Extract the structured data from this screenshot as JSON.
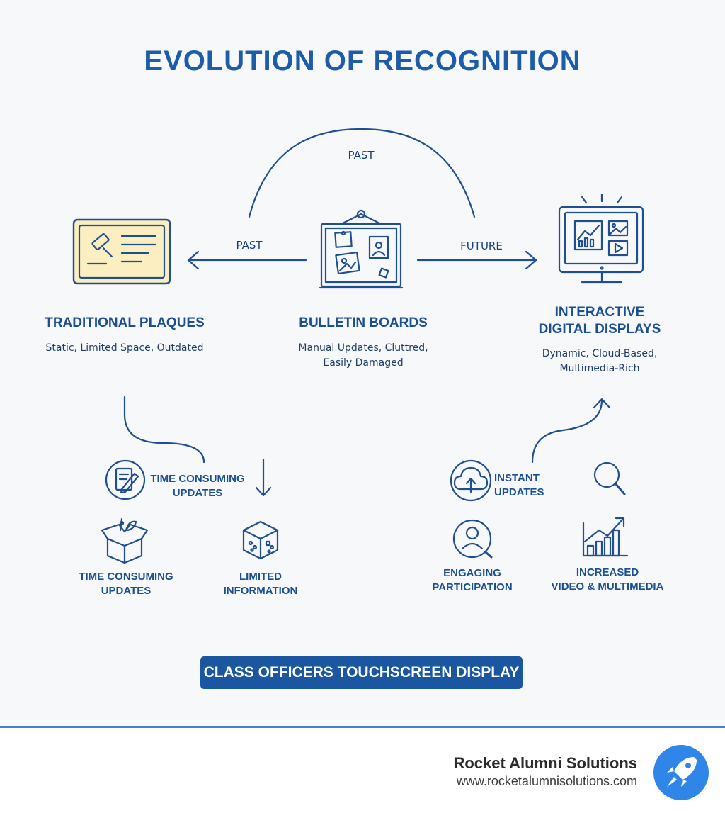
{
  "title": "EVOLUTION OF RECOGNITION",
  "arrows": {
    "top_arc_label": "PAST",
    "left_label": "PAST",
    "right_label": "FUTURE"
  },
  "stages": [
    {
      "heading": "TRADITIONAL PLAQUES",
      "description": "Static, Limited Space, Outdated"
    },
    {
      "heading": "BULLETIN BOARDS",
      "description_lines": [
        "Manual Updates, Cluttred,",
        "Easily Damaged"
      ]
    },
    {
      "heading_lines": [
        "INTERACTIVE",
        "DIGITAL DISPLAYS"
      ],
      "description_lines": [
        "Dynamic, Cloud-Based,",
        "Multimedia-Rich"
      ]
    }
  ],
  "left_features": {
    "top": {
      "lines": [
        "TIME CONSUMING",
        "UPDATES"
      ],
      "icon": "edit-document-icon"
    },
    "bottom_left": {
      "lines": [
        "TIME CONSUMING",
        "UPDATES"
      ],
      "icon": "open-box-icon"
    },
    "bottom_right": {
      "lines": [
        "LIMITED",
        "INFORMATION"
      ],
      "icon": "cube-icon"
    }
  },
  "right_features": {
    "top": {
      "label": "INSTANT UPDATES",
      "icon": "cloud-upload-icon"
    },
    "bottom_left": {
      "lines": [
        "ENGAGING",
        "PARTICIPATION"
      ],
      "icon": "user-search-icon"
    },
    "bottom_right": {
      "lines": [
        "INCREASED",
        "VIDEO & MULTIMEDIA"
      ],
      "icon": "bar-chart-growth-icon"
    }
  },
  "banner": "CLASS OFFICERS TOUCHSCREEN DISPLAY",
  "footer": {
    "brand_name": "Rocket Alumni Solutions",
    "url": "www.rocketalumnisolutions.com",
    "logo_icon": "rocket-icon"
  },
  "colors": {
    "primary": "#1a57a0",
    "heading": "#1c5ca8",
    "line": "#1f4f8f",
    "accent_fill": "#fbeec0",
    "footer_rule": "#3f7fdc"
  }
}
